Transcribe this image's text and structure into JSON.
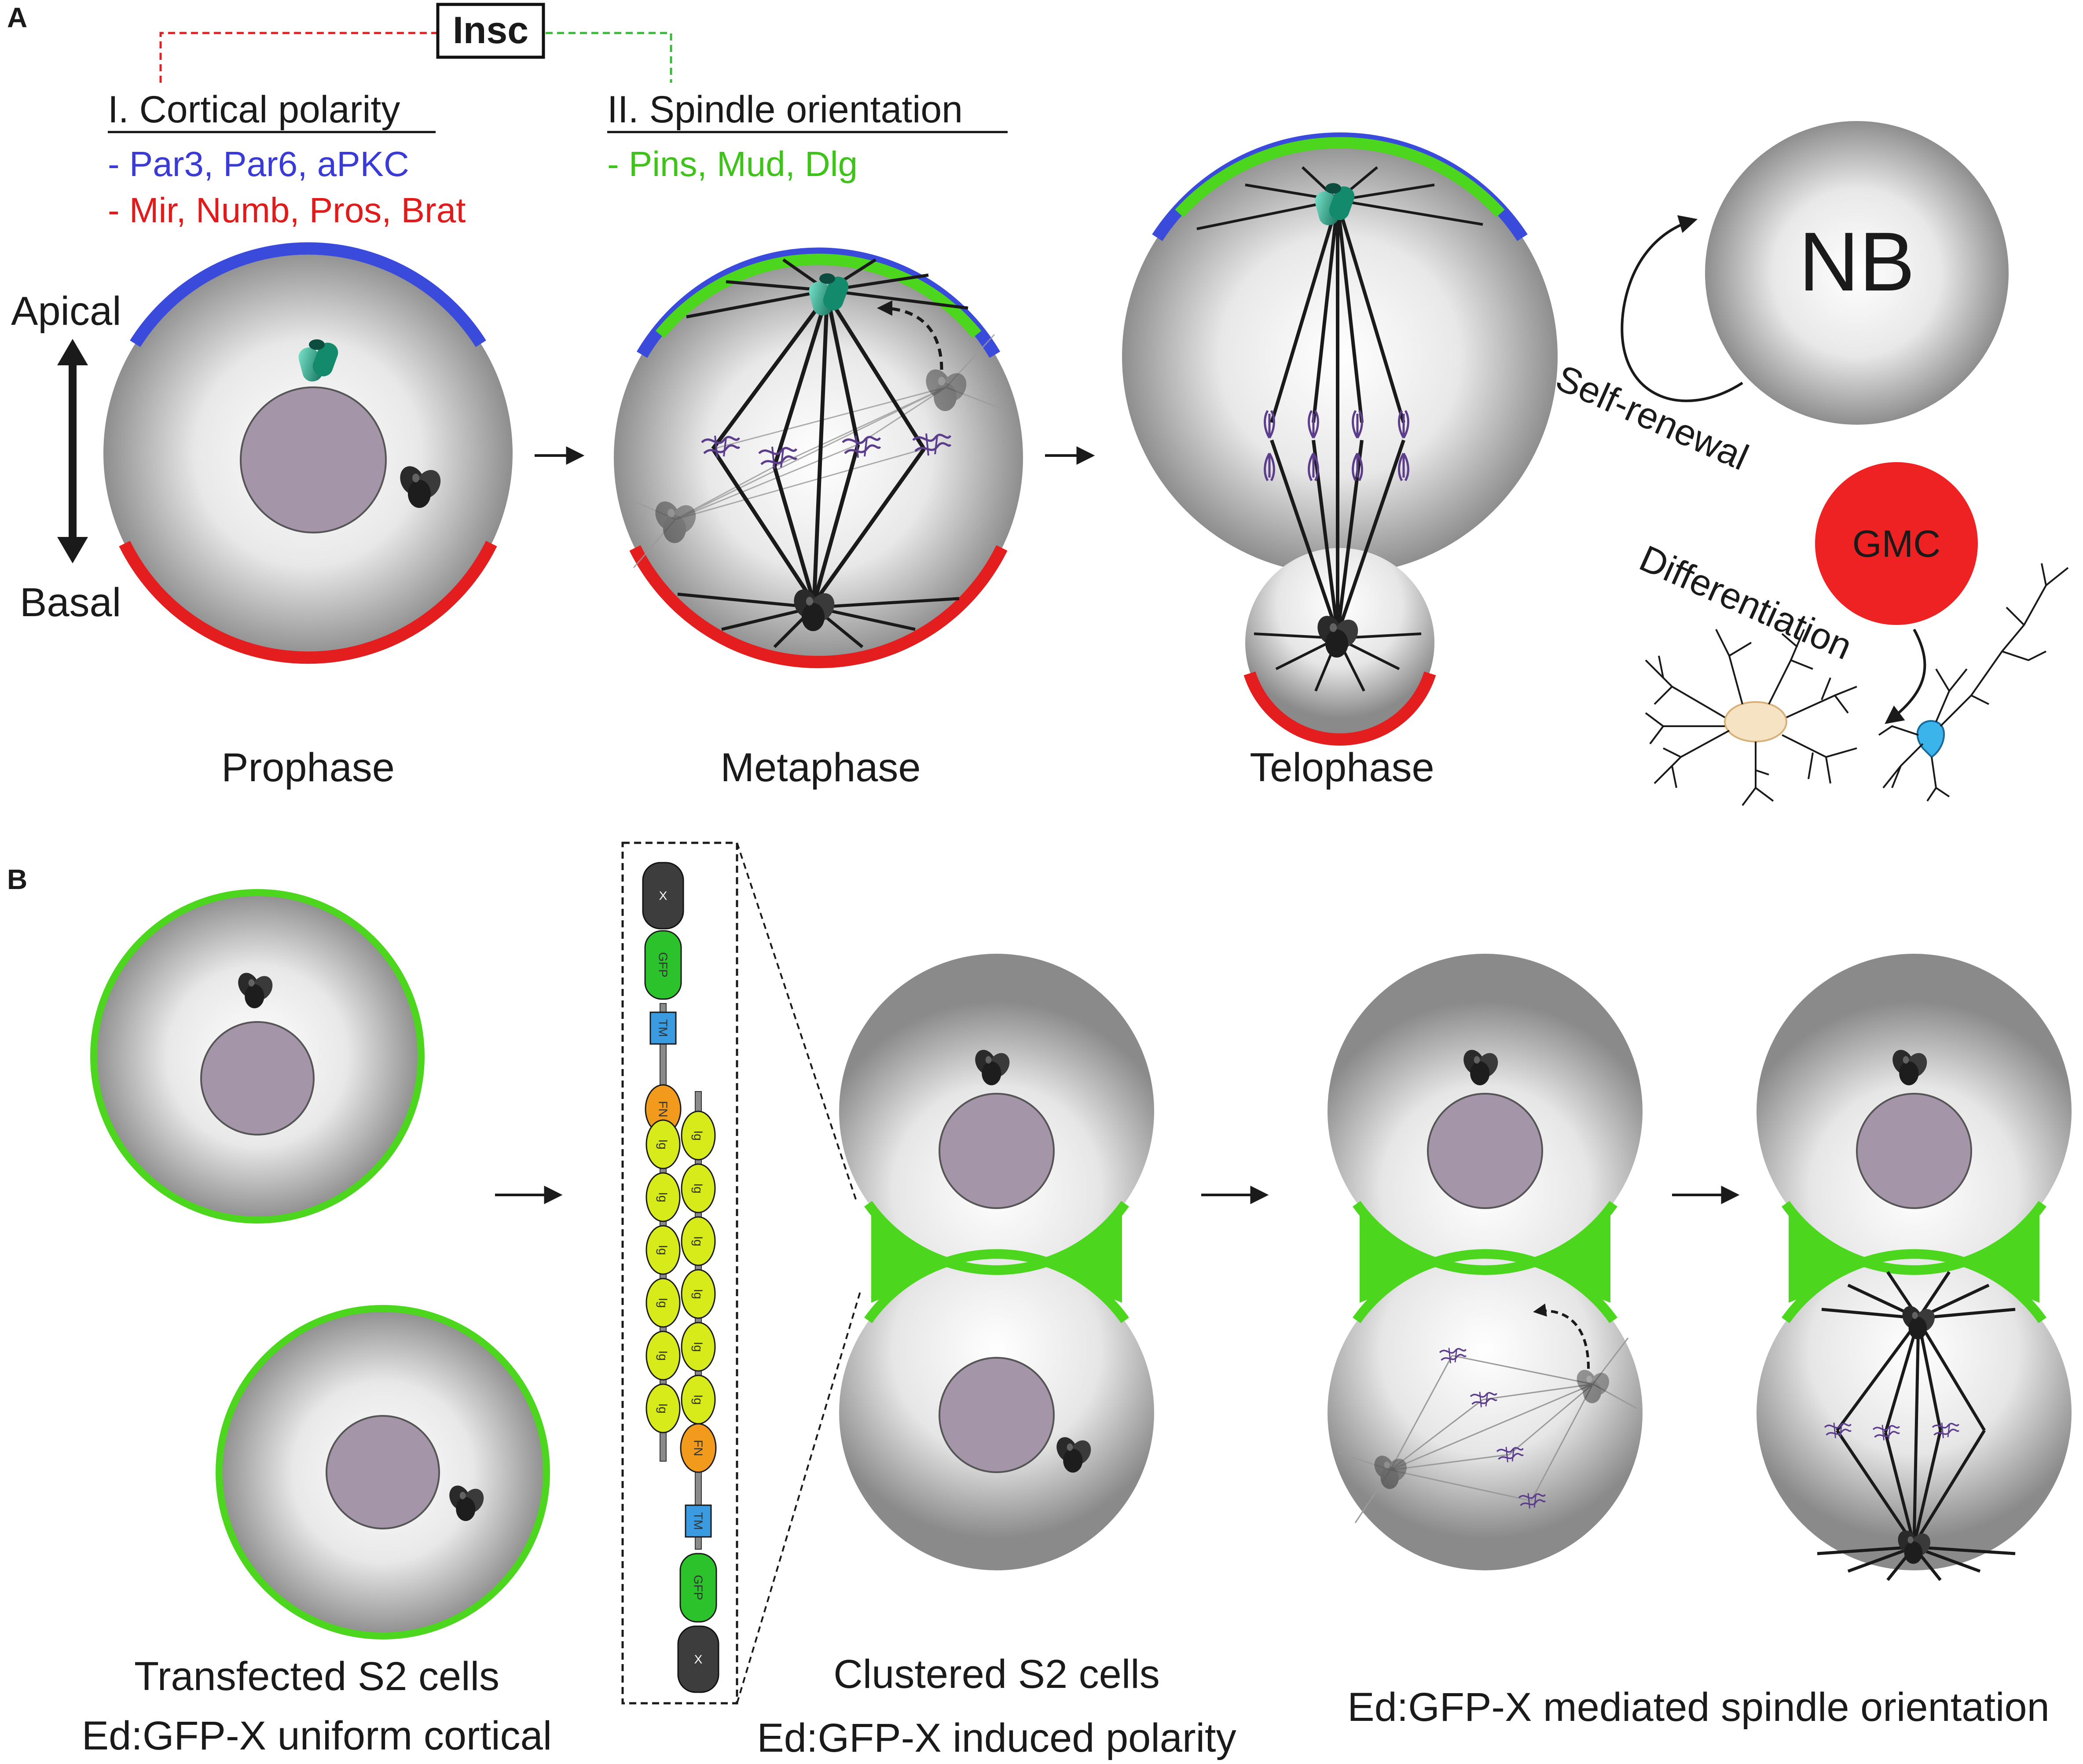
{
  "panels": {
    "a": "A",
    "b": "B"
  },
  "panel_a": {
    "insc_label": "Insc",
    "cortical_polarity": {
      "heading": "I. Cortical polarity",
      "apical_proteins": "- Par3, Par6, aPKC",
      "basal_proteins": "- Mir, Numb, Pros, Brat"
    },
    "spindle_orientation": {
      "heading": "II. Spindle orientation",
      "proteins": "- Pins, Mud, Dlg"
    },
    "axis": {
      "apical": "Apical",
      "basal": "Basal"
    },
    "stages": [
      "Prophase",
      "Metaphase",
      "Telophase"
    ],
    "nb_label": "NB",
    "gmc_label": "GMC",
    "self_renewal": "Self-renewal",
    "differentiation": "Differentiation"
  },
  "panel_b": {
    "construct_domains": {
      "x": "X",
      "gfp": "GFP",
      "tm": "TM",
      "fn": "FN",
      "ig": "Ig"
    },
    "captions": {
      "transfected_line1": "Transfected S2 cells",
      "transfected_line2": "Ed:GFP-X uniform cortical",
      "clustered_line1": "Clustered S2 cells",
      "clustered_line2": "Ed:GFP-X induced polarity",
      "spindle": "Ed:GFP-X mediated spindle orientation"
    }
  },
  "colors": {
    "apical_crescent": "#3a4bdc",
    "basal_crescent": "#e41e1e",
    "pins_crescent": "#4cd61e",
    "apical_text": "#3a3ad6",
    "basal_text": "#e01b1b",
    "pins_text": "#3fc21a",
    "insc_left_dash": "#e02020",
    "insc_right_dash": "#3ab83a",
    "nucleus": "#a496a8",
    "gmc": "#ee2222",
    "gfp_domain": "#2bc22b",
    "tm_domain": "#3a9be0",
    "fn_domain": "#f29a1c",
    "ig_domain": "#d7ea1a",
    "x_domain": "#3d3d3d"
  },
  "icons": [
    "centrosome-icon",
    "chromosome-icon",
    "glia-icon",
    "neuron-icon",
    "arrow-icon"
  ]
}
